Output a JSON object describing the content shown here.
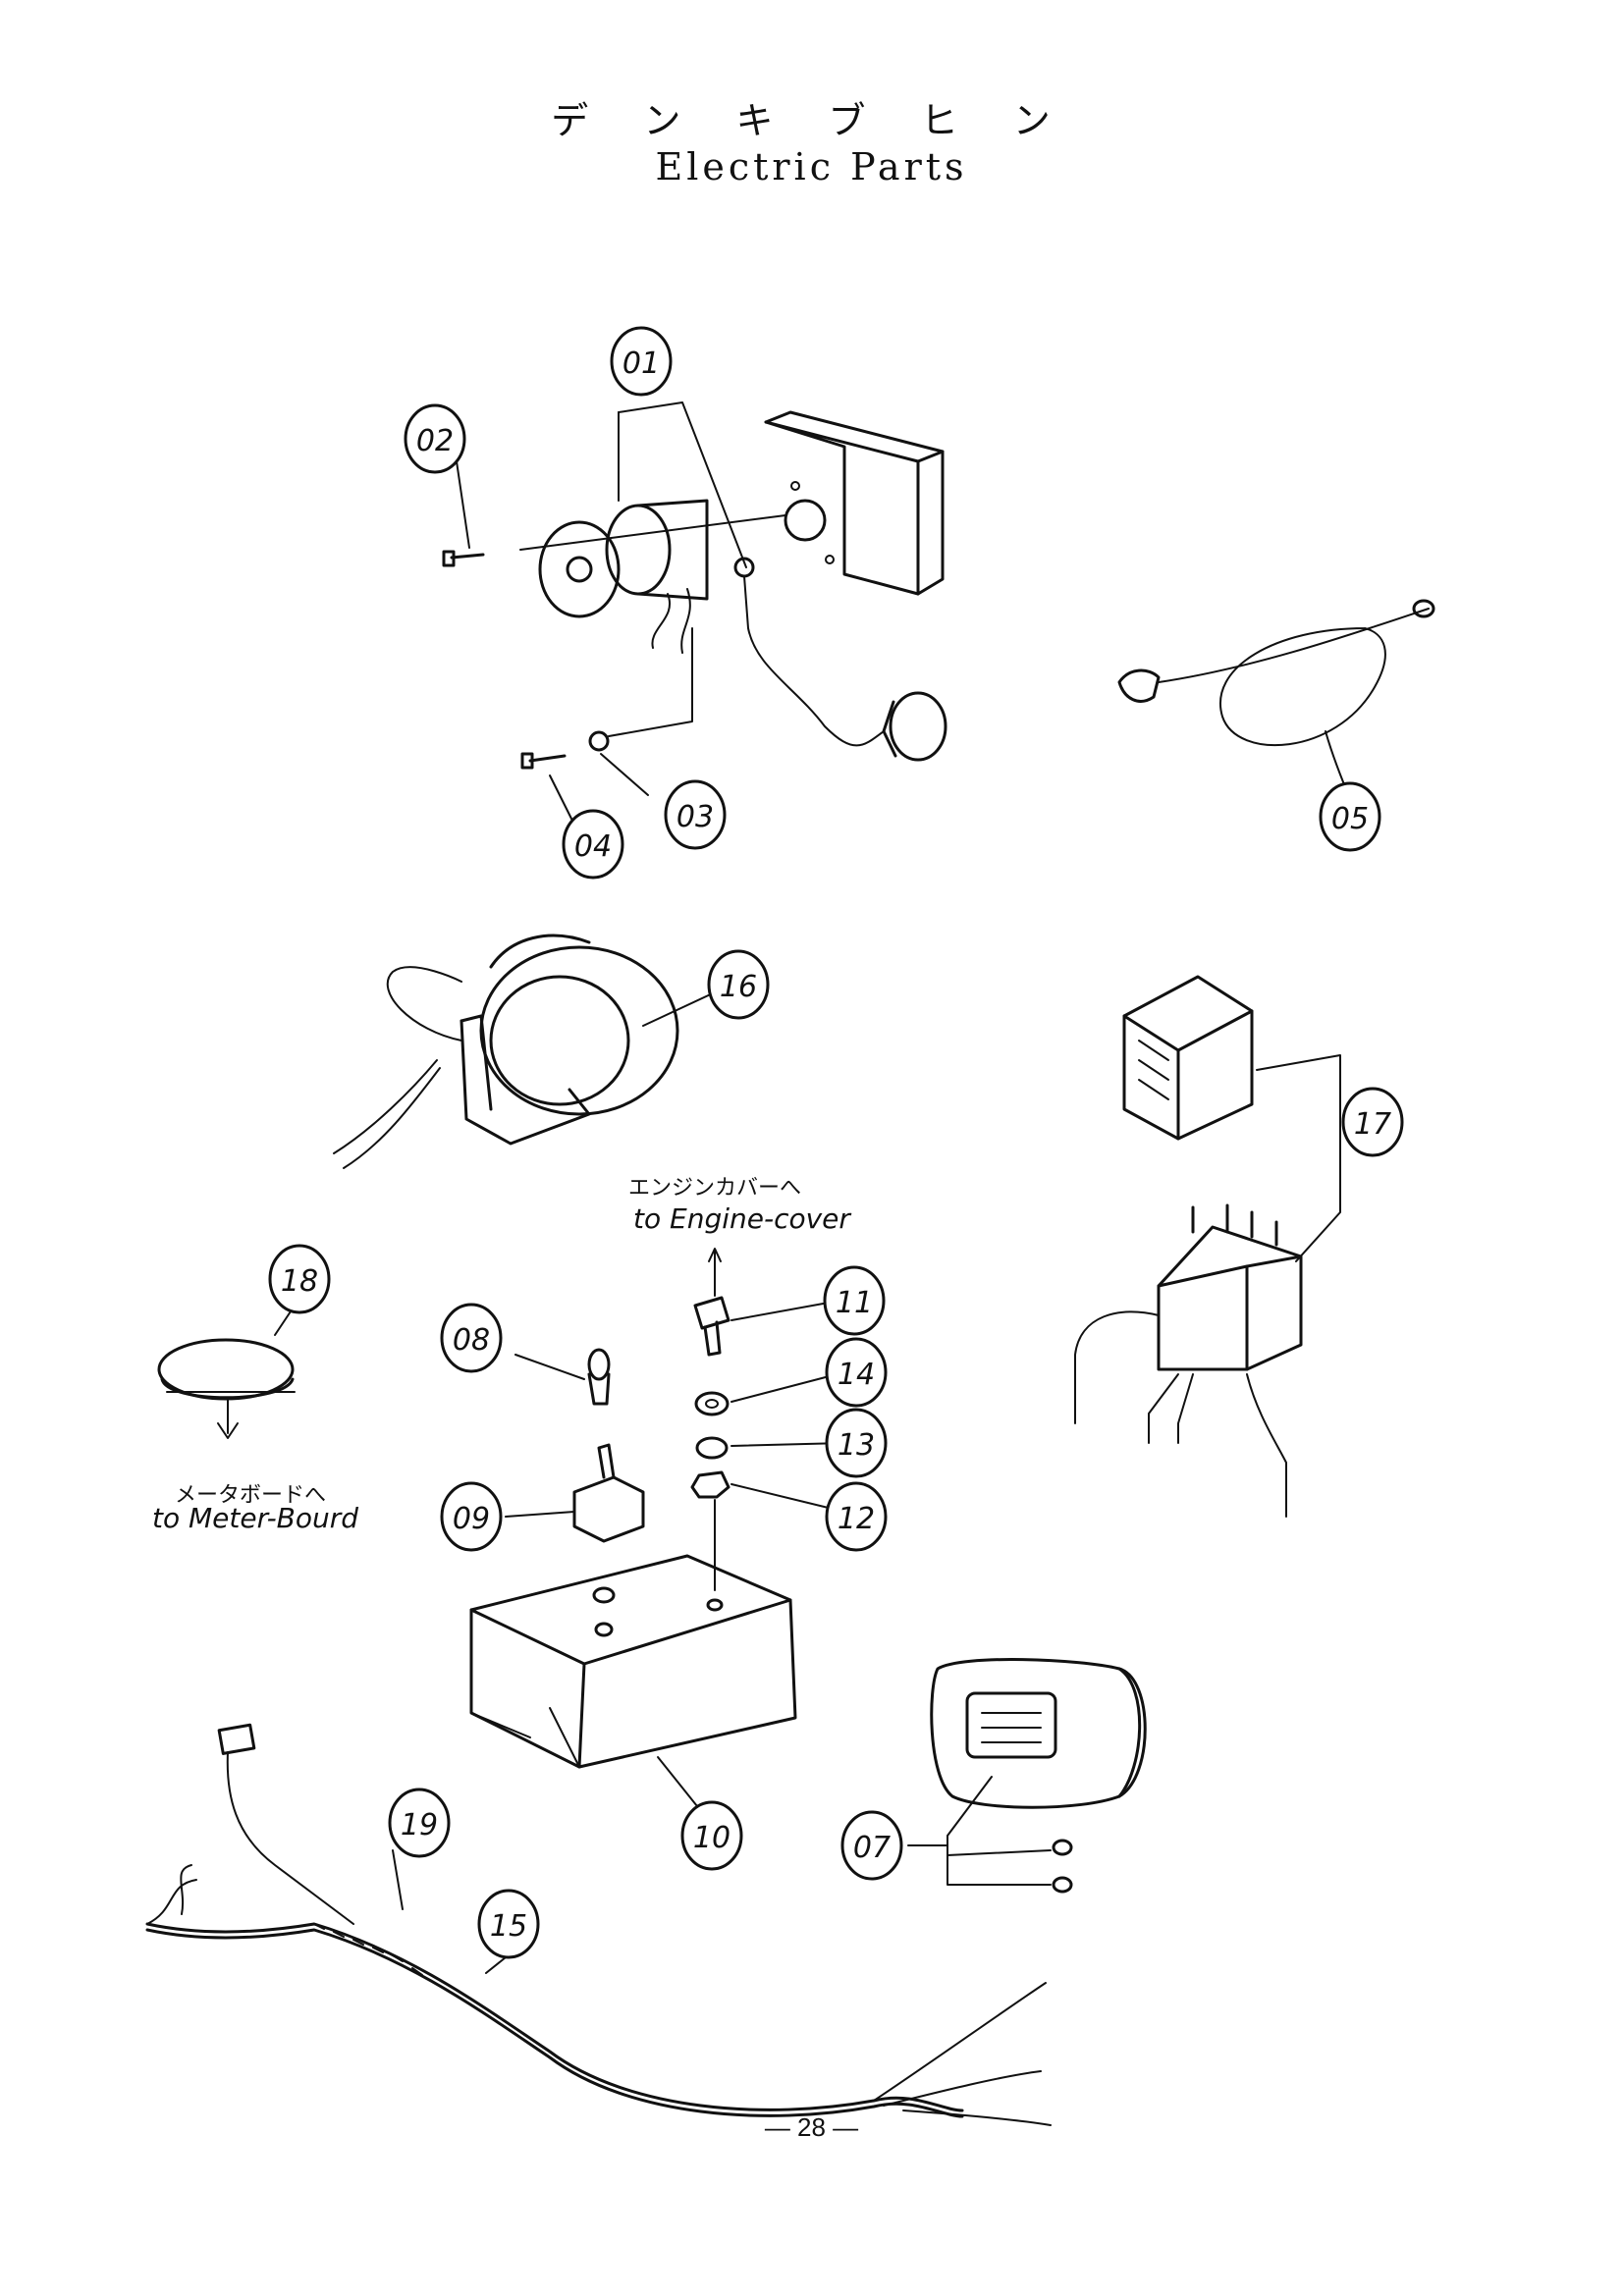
{
  "header": {
    "title_jp": "デ ン キ ブ ヒ ン",
    "title_en": "Electric Parts"
  },
  "notes": {
    "engine_cover_jp": "エンジンカバーへ",
    "engine_cover_en": "to Engine-cover",
    "meter_board_jp": "メータボードへ",
    "meter_board_en": "to Meter-Bourd"
  },
  "callouts": [
    "01",
    "02",
    "03",
    "04",
    "05",
    "07",
    "08",
    "09",
    "10",
    "11",
    "12",
    "13",
    "14",
    "15",
    "16",
    "17",
    "18",
    "19"
  ],
  "footer": {
    "page_number": "— 28 —"
  }
}
